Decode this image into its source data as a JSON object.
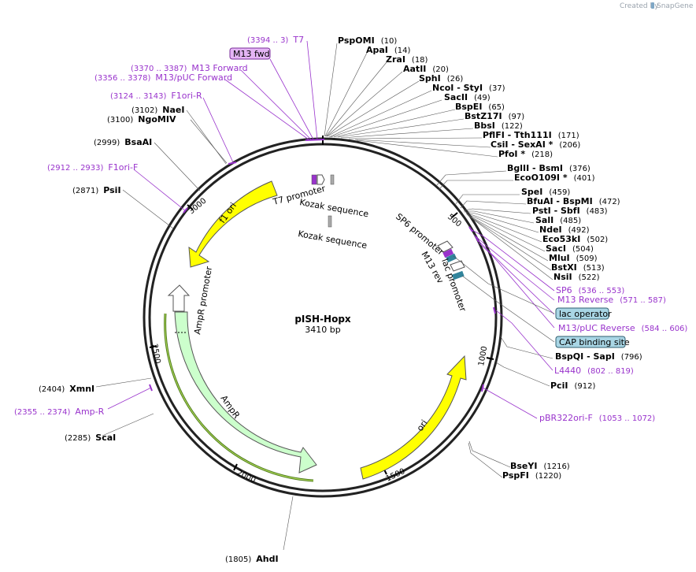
{
  "header": {
    "created_by": "Created by",
    "brand": "SnapGene"
  },
  "plasmid": {
    "name": "pISH-Hopx",
    "length": "3410 bp"
  },
  "ticks": [
    "500",
    "1000",
    "1500",
    "2000",
    "2500",
    "3000"
  ],
  "enzymes": [
    {
      "name": "PspOMI",
      "pos": "(10)"
    },
    {
      "name": "ApaI",
      "pos": "(14)"
    },
    {
      "name": "ZraI",
      "pos": "(18)"
    },
    {
      "name": "AatII",
      "pos": "(20)"
    },
    {
      "name": "SphI",
      "pos": "(26)"
    },
    {
      "name": "NcoI  - StyI",
      "pos": "(37)"
    },
    {
      "name": "SacII",
      "pos": "(49)"
    },
    {
      "name": "BspEI",
      "pos": "(65)"
    },
    {
      "name": "BstZ17I",
      "pos": "(97)"
    },
    {
      "name": "BbsI",
      "pos": "(122)"
    },
    {
      "name": "PflFI  - Tth111I",
      "pos": "(171)"
    },
    {
      "name": "CsiI  - SexAI *",
      "pos": "(206)"
    },
    {
      "name": "PfoI *",
      "pos": "(218)"
    },
    {
      "name": "BglII  - BsmI",
      "pos": "(376)"
    },
    {
      "name": "EcoO109I *",
      "pos": "(401)"
    },
    {
      "name": "SpeI",
      "pos": "(459)"
    },
    {
      "name": "BfuAI  - BspMI",
      "pos": "(472)"
    },
    {
      "name": "PstI  - SbfI",
      "pos": "(483)"
    },
    {
      "name": "SalI",
      "pos": "(485)"
    },
    {
      "name": "NdeI",
      "pos": "(492)"
    },
    {
      "name": "Eco53kI",
      "pos": "(502)"
    },
    {
      "name": "SacI",
      "pos": "(504)"
    },
    {
      "name": "MluI",
      "pos": "(509)"
    },
    {
      "name": "BstXI",
      "pos": "(513)"
    },
    {
      "name": "NsiI",
      "pos": "(522)"
    },
    {
      "name": "BspQI  - SapI",
      "pos": "(796)"
    },
    {
      "name": "PciI",
      "pos": "(912)"
    },
    {
      "name": "BseYI",
      "pos": "(1216)"
    },
    {
      "name": "PspFI",
      "pos": "(1220)"
    },
    {
      "name": "AhdI",
      "pos": "(1805)"
    },
    {
      "name": "ScaI",
      "pos": "(2285)"
    },
    {
      "name": "XmnI",
      "pos": "(2404)"
    },
    {
      "name": "PsiI",
      "pos": "(2871)"
    },
    {
      "name": "BsaAI",
      "pos": "(2999)"
    },
    {
      "name": "NgoMIV",
      "pos": "(3100)"
    },
    {
      "name": "NaeI",
      "pos": "(3102)"
    }
  ],
  "primers": [
    {
      "name": "T7",
      "range": "(3394 .. 3)"
    },
    {
      "name": "M13 fwd",
      "range": ""
    },
    {
      "name": "M13 Forward",
      "range": "(3370 .. 3387)"
    },
    {
      "name": "M13/pUC Forward",
      "range": "(3356 .. 3378)"
    },
    {
      "name": "F1ori-R",
      "range": "(3124 .. 3143)"
    },
    {
      "name": "F1ori-F",
      "range": "(2912 .. 2933)"
    },
    {
      "name": "Amp-R",
      "range": "(2355 .. 2374)"
    },
    {
      "name": "SP6",
      "range": "(536 .. 553)"
    },
    {
      "name": "M13 Reverse",
      "range": "(571 .. 587)"
    },
    {
      "name": "M13/pUC Reverse",
      "range": "(584 .. 606)"
    },
    {
      "name": "L4440",
      "range": "(802 .. 819)"
    },
    {
      "name": "pBR322ori-F",
      "range": "(1053 .. 1072)"
    }
  ],
  "boxed_features": [
    "lac operator",
    "CAP binding site"
  ],
  "features": {
    "f1_ori": "f1 ori",
    "ampr_promoter": "AmpR promoter",
    "ampr": "AmpR",
    "ori": "ori",
    "t7_promoter": "T7 promoter",
    "kozak_1": "Kozak sequence",
    "kozak_2": "Kozak sequence",
    "sp6_promoter": "SP6 promoter",
    "m13_rev": "M13 rev",
    "lac_promoter": "lac promoter"
  },
  "colors": {
    "primer": "#9933cc",
    "yellow_feature": "#ffff00",
    "ampr_fill": "#ccffcc",
    "teal_feature": "#31849b",
    "box_fill": "#a9d6e5",
    "m13fwd_fill": "#e4b5f5"
  }
}
